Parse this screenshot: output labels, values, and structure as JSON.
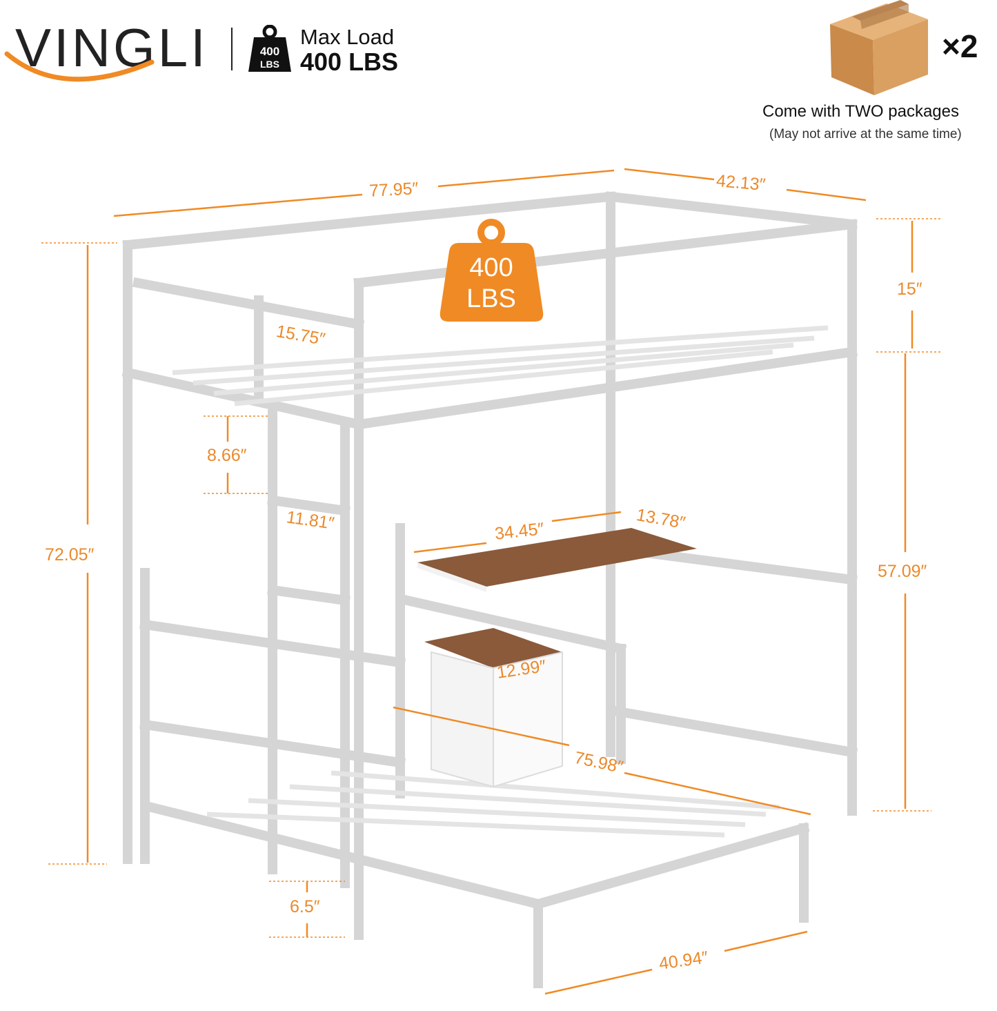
{
  "brand": {
    "name": "VINGLI",
    "accent_color": "#f08a24"
  },
  "badge": {
    "icon": "weight-icon",
    "line1": "400",
    "line2": "LBS"
  },
  "max_load": {
    "label": "Max Load",
    "value": "400 LBS"
  },
  "packages": {
    "count": "×2",
    "line1": "Come with TWO packages",
    "line2": "(May not arrive at the same time)",
    "icon": "box-icon"
  },
  "center_weight": {
    "line1": "400",
    "line2": "LBS"
  },
  "dimensions": {
    "length": "77.95″",
    "width": "42.13″",
    "rail_height": "15″",
    "ladder_width": "15.75″",
    "total_height": "72.05″",
    "under_bed_height": "57.09″",
    "ladder_gap": "8.66″",
    "step_depth": "11.81″",
    "desk_length": "34.45″",
    "desk_depth": "13.78″",
    "cabinet_width": "12.99″",
    "lower_length": "75.98″",
    "lower_height": "6.5″",
    "lower_width": "40.94″"
  }
}
